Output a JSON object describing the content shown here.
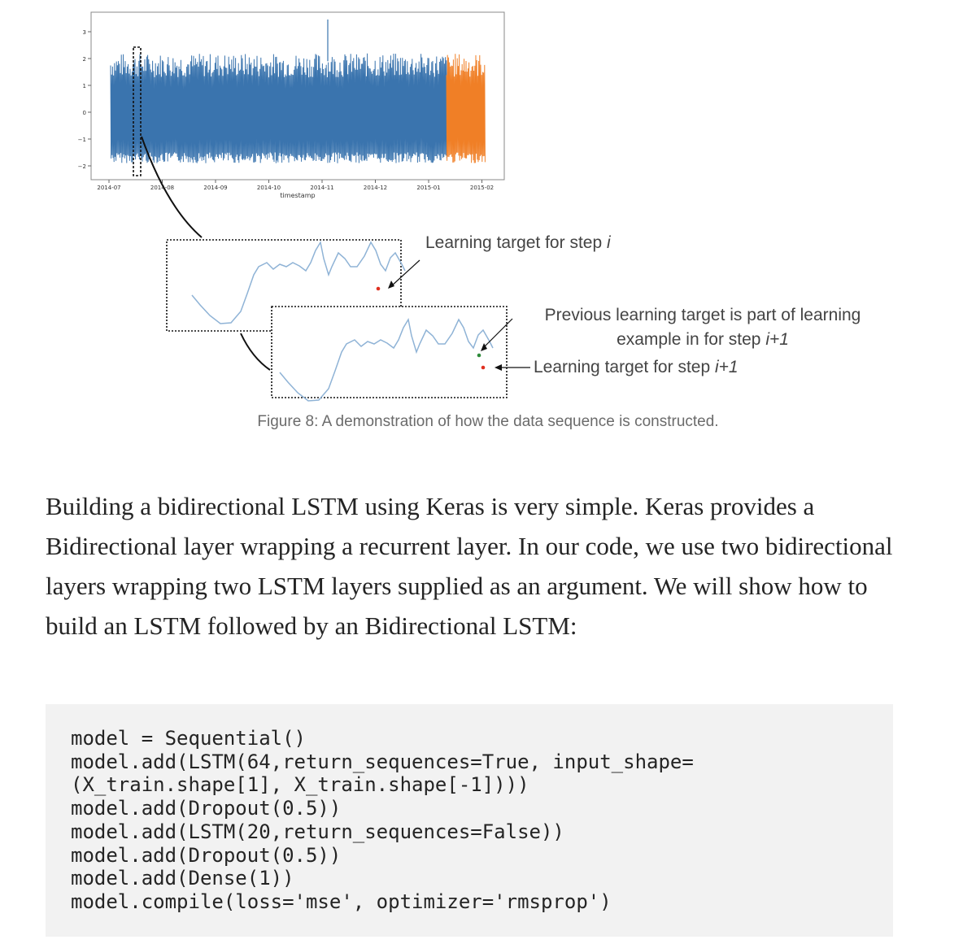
{
  "figure": {
    "chart_data": {
      "type": "line",
      "xlabel": "timestamp",
      "x_ticks": [
        "2014-07",
        "2014-08",
        "2014-09",
        "2014-10",
        "2014-11",
        "2014-12",
        "2015-01",
        "2015-02"
      ],
      "y_ticks": [
        "3",
        "2",
        "1",
        "0",
        "-1",
        "-2"
      ],
      "ylim": [
        -2.3,
        3.6
      ],
      "grid": false,
      "legend": "none",
      "series_colors": {
        "train": "#3a74ae",
        "test": "#f07f26"
      },
      "split_at": "2015-01"
    },
    "annotations": {
      "target_i": {
        "text": "Learning target for step ",
        "step": "i"
      },
      "previous": {
        "line1": "Previous learning target is part of learning",
        "line2_text": "example in for step ",
        "line2_step": "i+1"
      },
      "target_i1": {
        "text": "Learning target for step ",
        "step": "i+1"
      }
    },
    "caption": "Figure 8: A demonstration of how the data sequence is constructed."
  },
  "article": {
    "paragraph": "Building a bidirectional LSTM using Keras is very simple. Keras provides a Bidirectional layer wrapping a recurrent layer. In our code, we use two bidirectional layers wrapping two LSTM layers supplied as an argument. We will show how to build an LSTM followed by an Bidirectional LSTM:"
  },
  "code": {
    "text": "model = Sequential()\nmodel.add(LSTM(64,return_sequences=True, input_shape=\n(X_train.shape[1], X_train.shape[-1])))\nmodel.add(Dropout(0.5))\nmodel.add(LSTM(20,return_sequences=False))\nmodel.add(Dropout(0.5))\nmodel.add(Dense(1))\nmodel.compile(loss='mse', optimizer='rmsprop')"
  }
}
